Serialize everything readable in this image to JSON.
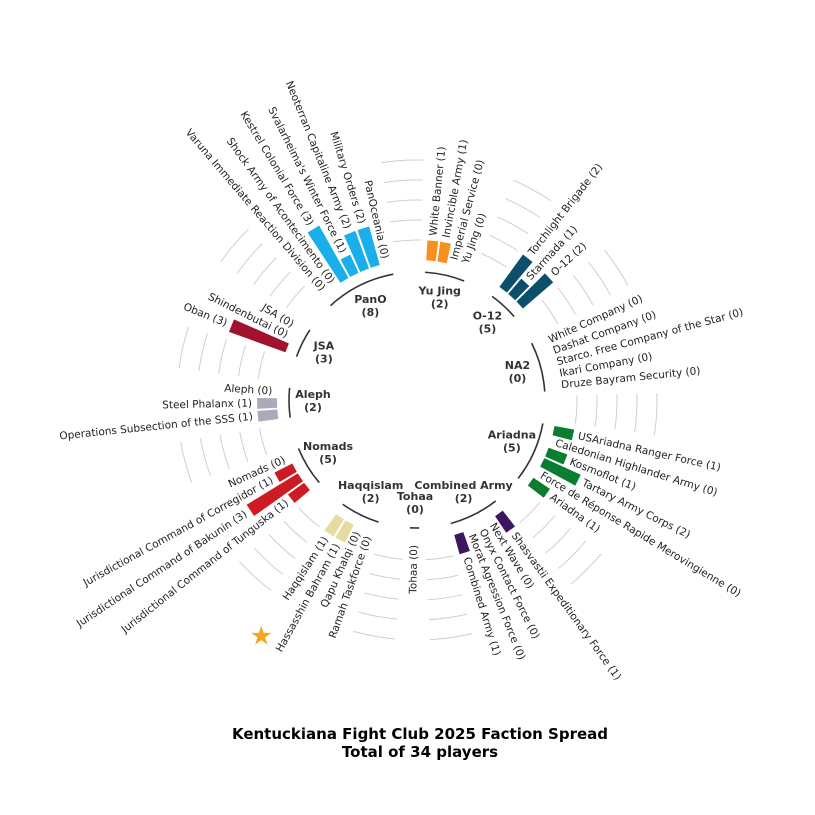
{
  "chart_data": {
    "type": "bar",
    "subtype": "circular-grouped-bar",
    "title": "Kentuckiana Fight Club 2025 Faction Spread",
    "subtitle": "Total of 34 players",
    "grid_values": [
      1,
      2,
      3,
      4,
      5
    ],
    "starred_item": "Haqqislam (1)",
    "groups": [
      {
        "name": "Yu Jing",
        "total": "(2)",
        "color": "#f7901e",
        "items": [
          {
            "label": "White Banner (1)",
            "value": 1
          },
          {
            "label": "Invincible Army (1)",
            "value": 1
          },
          {
            "label": "Imperial Service (0)",
            "value": 0
          },
          {
            "label": "Yu Jing (0)",
            "value": 0
          }
        ]
      },
      {
        "name": "O-12",
        "total": "(5)",
        "color": "#0b4f6c",
        "items": [
          {
            "label": "Torchlight Brigade (2)",
            "value": 2
          },
          {
            "label": "Starmada (1)",
            "value": 1
          },
          {
            "label": "O-12 (2)",
            "value": 2
          }
        ]
      },
      {
        "name": "NA2",
        "total": "(0)",
        "color": "#888888",
        "items": [
          {
            "label": "White Company (0)",
            "value": 0
          },
          {
            "label": "Dashat Company (0)",
            "value": 0
          },
          {
            "label": "Starco. Free Company of the Star (0)",
            "value": 0
          },
          {
            "label": "Ikari Company (0)",
            "value": 0
          },
          {
            "label": "Druze Bayram Security (0)",
            "value": 0
          }
        ]
      },
      {
        "name": "Ariadna",
        "total": "(5)",
        "color": "#0a7d30",
        "items": [
          {
            "label": "USAriadna Ranger Force (1)",
            "value": 1
          },
          {
            "label": "Caledonian Highlander Army (0)",
            "value": 0
          },
          {
            "label": "Kosmoflot (1)",
            "value": 1
          },
          {
            "label": "Tartary Army Corps (2)",
            "value": 2
          },
          {
            "label": "Force de Réponse Rapide Merovingienne (0)",
            "value": 0
          },
          {
            "label": "Ariadna (1)",
            "value": 1
          }
        ]
      },
      {
        "name": "Combined Army",
        "total": "(2)",
        "color": "#3d1560",
        "items": [
          {
            "label": "Shasvastii Expeditionary Force (1)",
            "value": 1
          },
          {
            "label": "Next Wave (0)",
            "value": 0
          },
          {
            "label": "Onyx Contact Force (0)",
            "value": 0
          },
          {
            "label": "Morat Agression Force (0)",
            "value": 0
          },
          {
            "label": "Combined Army (1)",
            "value": 1
          }
        ]
      },
      {
        "name": "Tohaa",
        "total": "(0)",
        "color": "#888888",
        "items": [
          {
            "label": "Tohaa (0)",
            "value": 0
          }
        ]
      },
      {
        "name": "Haqqislam",
        "total": "(2)",
        "color": "#e6dca0",
        "items": [
          {
            "label": "Ramah Taskforce (0)",
            "value": 0
          },
          {
            "label": "Qapu Khalqi (0)",
            "value": 0
          },
          {
            "label": "Hassasshin Bahram (1)",
            "value": 1
          },
          {
            "label": "Haqqislam (1)",
            "value": 1
          }
        ]
      },
      {
        "name": "Nomads",
        "total": "(5)",
        "color": "#cc1b22",
        "items": [
          {
            "label": "Jurisdictional Command of Tunguska (1)",
            "value": 1
          },
          {
            "label": "Jurisdictional Command of Bakunin (3)",
            "value": 3
          },
          {
            "label": "Jurisdictional Command of Corregidor (1)",
            "value": 1
          },
          {
            "label": "Nomads (0)",
            "value": 0
          }
        ]
      },
      {
        "name": "Aleph",
        "total": "(2)",
        "color": "#aea8bc",
        "items": [
          {
            "label": "Operations Subsection of the SSS (1)",
            "value": 1
          },
          {
            "label": "Steel Phalanx (1)",
            "value": 1
          },
          {
            "label": "Aleph (0)",
            "value": 0
          }
        ]
      },
      {
        "name": "JSA",
        "total": "(3)",
        "color": "#a0122e",
        "items": [
          {
            "label": "Oban (3)",
            "value": 3
          },
          {
            "label": "Shindenbutai (0)",
            "value": 0
          },
          {
            "label": "JSA (0)",
            "value": 0
          }
        ]
      },
      {
        "name": "PanO",
        "total": "(8)",
        "color": "#1aafea",
        "items": [
          {
            "label": "Varuna Immediate Reaction Division (0)",
            "value": 0
          },
          {
            "label": "Shock Army of Acontecimento (0)",
            "value": 0
          },
          {
            "label": "Kestrel Colonial Force (3)",
            "value": 3
          },
          {
            "label": "Svalarheima's Winter Force (1)",
            "value": 1
          },
          {
            "label": "Neoterran Capitaline Army (2)",
            "value": 2
          },
          {
            "label": "Military Orders (2)",
            "value": 2
          },
          {
            "label": "PanOceania (0)",
            "value": 0
          }
        ]
      }
    ]
  }
}
